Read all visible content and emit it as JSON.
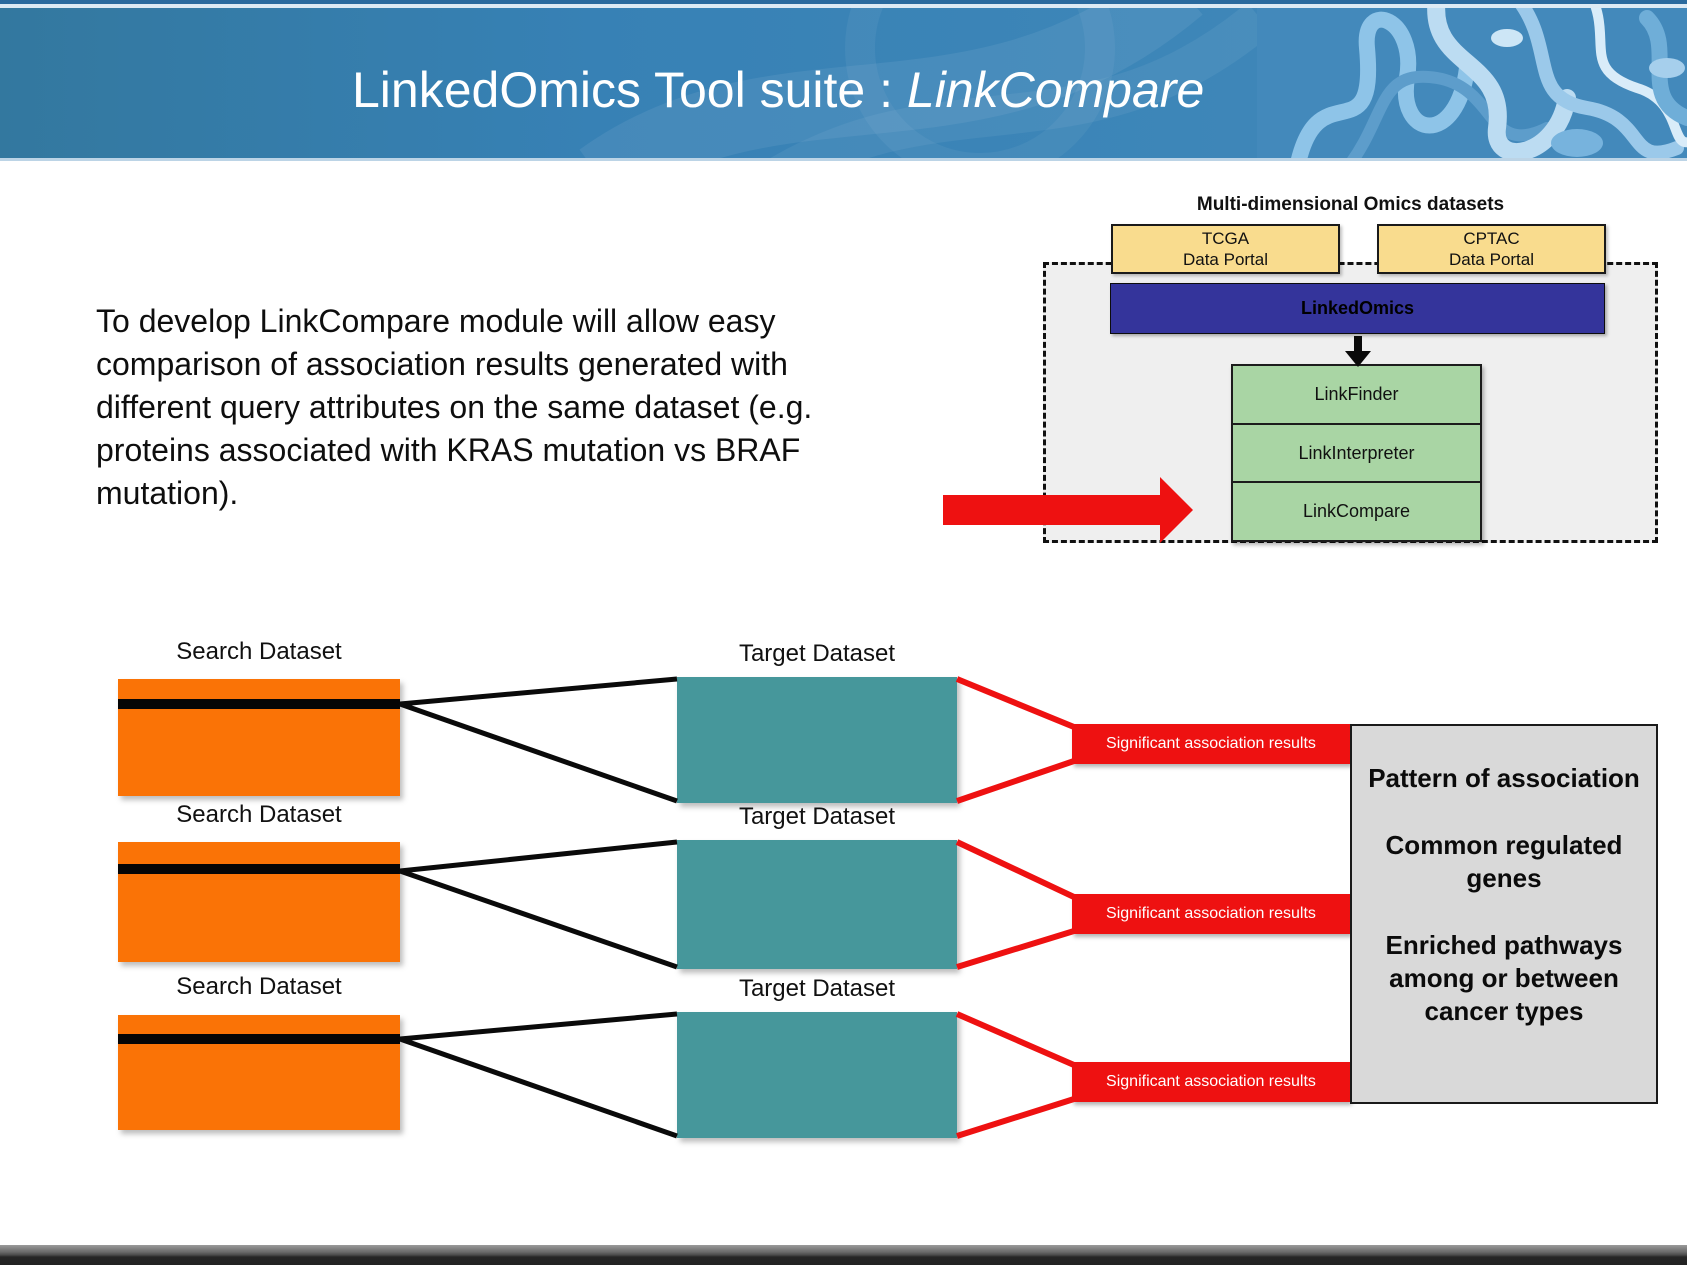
{
  "header": {
    "title_regular": "LinkedOmics Tool suite : ",
    "title_italic": "LinkCompare"
  },
  "intro_text": "To develop LinkCompare module will allow easy comparison of association results generated with different query  attributes on the same dataset (e.g. proteins associated with KRAS mutation vs BRAF mutation).",
  "omics_diagram": {
    "caption": "Multi-dimensional Omics datasets",
    "sources": [
      {
        "line1": "TCGA",
        "line2": "Data Portal"
      },
      {
        "line1": "CPTAC",
        "line2": "Data Portal"
      }
    ],
    "platform_label": "LinkedOmics",
    "modules": [
      "LinkFinder",
      "LinkInterpreter",
      "LinkCompare"
    ]
  },
  "flow_diagram": {
    "rows": [
      {
        "search_label": "Search Dataset",
        "target_label": "Target Dataset",
        "result_label": "Significant association results"
      },
      {
        "search_label": "Search Dataset",
        "target_label": "Target Dataset",
        "result_label": "Significant association results"
      },
      {
        "search_label": "Search Dataset",
        "target_label": "Target Dataset",
        "result_label": "Significant association results"
      }
    ],
    "outcomes": [
      "Pattern of association",
      "Common regulated genes",
      "Enriched pathways among or between cancer types"
    ]
  },
  "colors": {
    "header_blue": "#3781b5",
    "search_orange": "#fa7306",
    "target_teal": "#46979b",
    "result_red": "#ee1111",
    "module_green": "#a9d5a4",
    "source_yellow": "#f9dc8e",
    "platform_navy": "#34349b",
    "outcome_gray": "#d9d9d9"
  }
}
